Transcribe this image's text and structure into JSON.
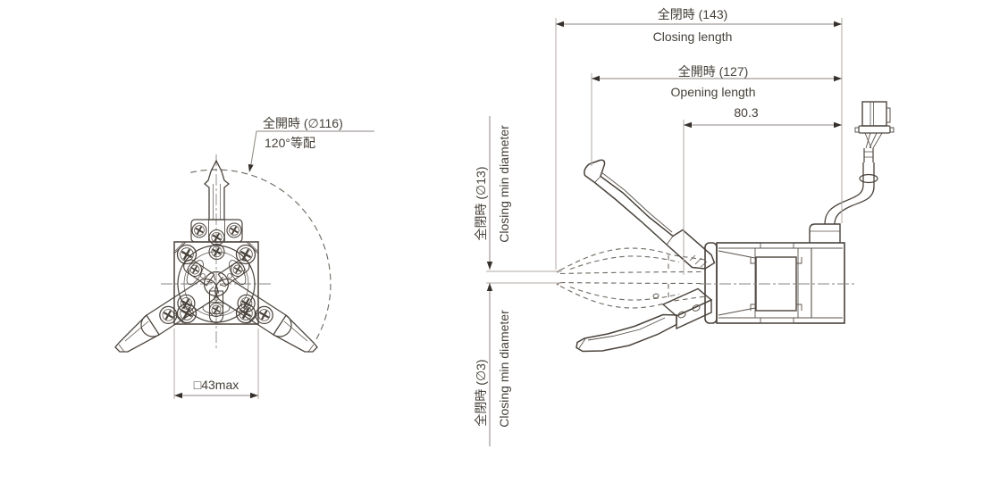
{
  "drawing": {
    "front_view": {
      "open_dia_label": "全開時 (∅116)",
      "spacing_label": "120°等配",
      "square_dim_label": "□43max"
    },
    "side_view": {
      "closing_jp": "全閉時 (143)",
      "closing_en": "Closing length",
      "opening_jp": "全開時 (127)",
      "opening_en": "Opening length",
      "body_length": "80.3",
      "min_dia_13_jp": "全閉時 (∅13)",
      "min_dia_13_en": "Closing min diameter",
      "min_dia_3_jp": "全閉時 (∅3)",
      "min_dia_3_en": "Closing min diameter"
    },
    "colors": {
      "outline": "#4a433c",
      "dimension_line": "#8c8680",
      "extension_line": "#b0aaa4",
      "text": "#45403a",
      "background": "#ffffff"
    }
  }
}
